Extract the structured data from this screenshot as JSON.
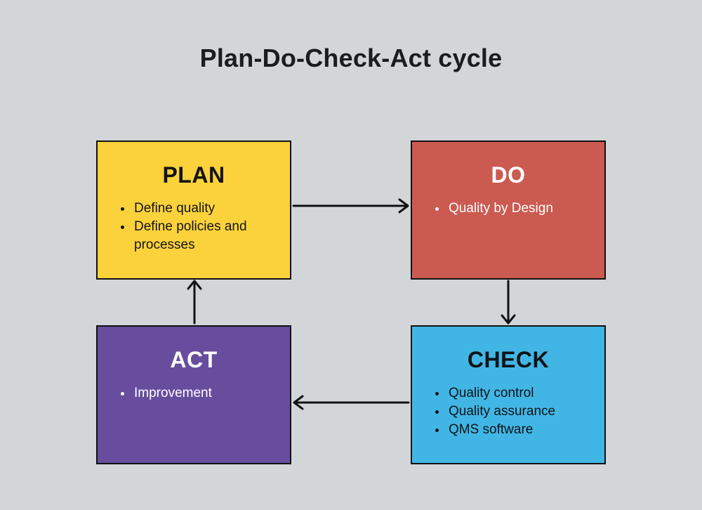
{
  "title": "Plan-Do-Check-Act cycle",
  "colors": {
    "background": "#D2D6D9",
    "border": "#111111",
    "title_text": "#1B1C1E",
    "arrow": "#111111"
  },
  "boxes": [
    {
      "id": "plan",
      "label": "PLAN",
      "fill": "#FBD23C",
      "text_color": "#141414",
      "items": [
        "Define quality",
        "Define policies and processes"
      ]
    },
    {
      "id": "do",
      "label": "DO",
      "fill": "#CB5A51",
      "text_color": "#FFFFFF",
      "items": [
        "Quality by Design"
      ]
    },
    {
      "id": "check",
      "label": "CHECK",
      "fill": "#41B6E5",
      "text_color": "#101316",
      "items": [
        "Quality control",
        "Quality assurance",
        "QMS software"
      ]
    },
    {
      "id": "act",
      "label": "ACT",
      "fill": "#684D9E",
      "text_color": "#FFFFFF",
      "items": [
        "Improvement"
      ]
    }
  ],
  "arrows": [
    {
      "from": "PLAN",
      "to": "DO",
      "direction": "right"
    },
    {
      "from": "DO",
      "to": "CHECK",
      "direction": "down"
    },
    {
      "from": "CHECK",
      "to": "ACT",
      "direction": "left"
    },
    {
      "from": "ACT",
      "to": "PLAN",
      "direction": "up"
    }
  ]
}
